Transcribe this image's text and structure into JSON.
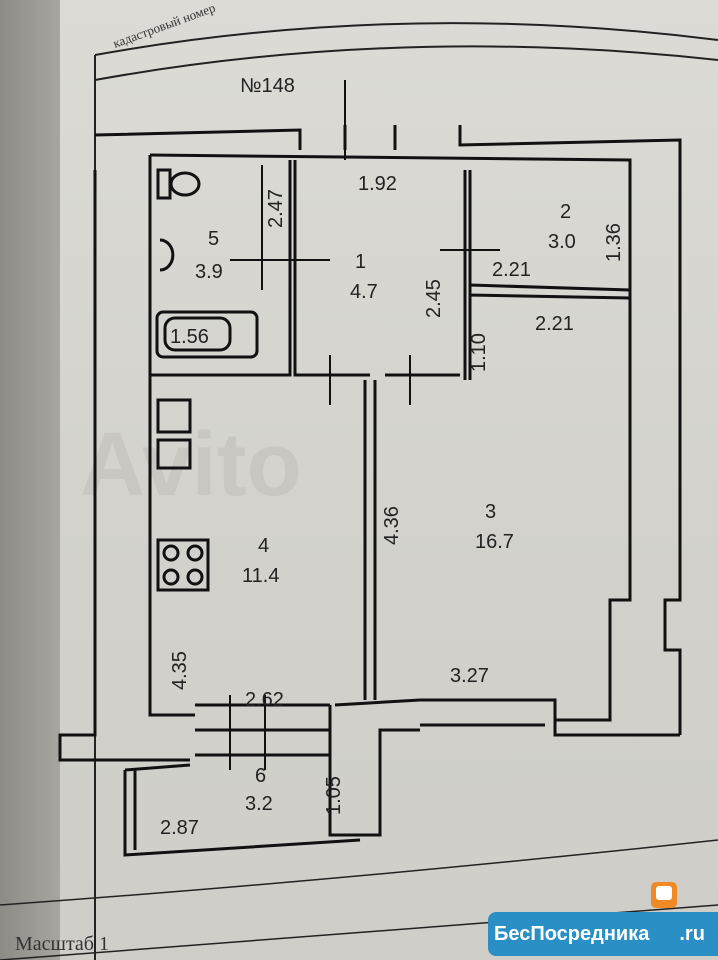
{
  "header": {
    "partial_text": "кадастровый номер",
    "apartment_number": "№148"
  },
  "rooms": [
    {
      "number": "1",
      "area": "4.7"
    },
    {
      "number": "2",
      "area": "3.0"
    },
    {
      "number": "3",
      "area": "16.7"
    },
    {
      "number": "4",
      "area": "11.4"
    },
    {
      "number": "5",
      "area": "3.9"
    },
    {
      "number": "6",
      "area": "3.2"
    }
  ],
  "dimensions": {
    "d_247": "2.47",
    "d_192": "1.92",
    "d_245": "2.45",
    "d_221a": "2.21",
    "d_136": "1.36",
    "d_221b": "2.21",
    "d_110": "1.10",
    "d_436": "4.36",
    "d_327": "3.27",
    "d_435": "4.35",
    "d_262": "2.62",
    "d_287": "2.87",
    "d_105": "1.05",
    "bathtub": "1.56"
  },
  "footer": {
    "scale_label": "Масштаб 1"
  },
  "watermark": {
    "brand": "БесПосредника",
    "tld": ".ru",
    "faint": "Avito"
  }
}
